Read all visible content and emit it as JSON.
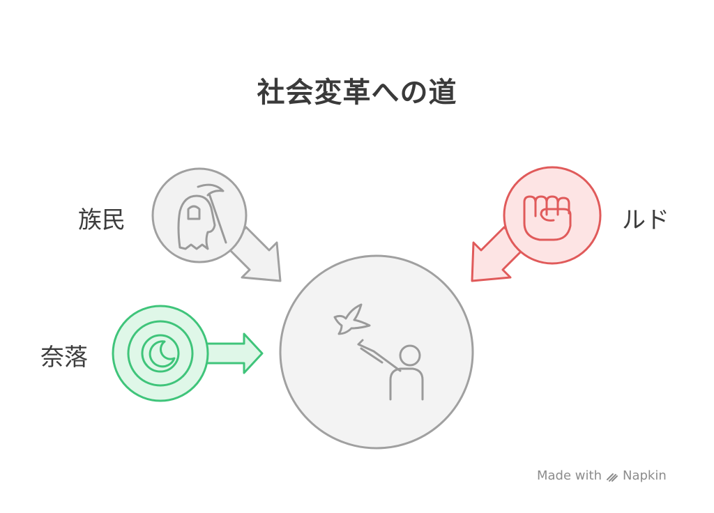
{
  "title": "社会変革への道",
  "nodes": {
    "tribe": {
      "label": "族民",
      "icon": "grim-reaper-icon",
      "fill": "#f2f2f2",
      "stroke": "#999999"
    },
    "abyss": {
      "label": "奈落",
      "icon": "moon-icon",
      "fill": "#dff7e8",
      "stroke": "#3fc47a"
    },
    "ruld": {
      "label": "ルド",
      "icon": "fist-icon",
      "fill": "#fde4e4",
      "stroke": "#e05a5a"
    },
    "center": {
      "icon": "person-releasing-dove-icon",
      "fill": "#f2f2f2",
      "stroke": "#999999"
    }
  },
  "footer": {
    "made_with": "Made with",
    "brand": "Napkin"
  }
}
